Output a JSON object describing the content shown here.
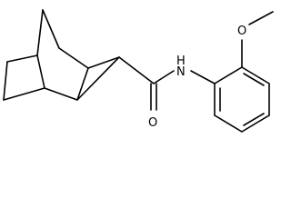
{
  "molecule": {
    "atoms": {
      "amide_oxygen": "O",
      "amide_nitrogen": "N",
      "amide_hydrogen": "H",
      "ether_oxygen": "O"
    }
  }
}
